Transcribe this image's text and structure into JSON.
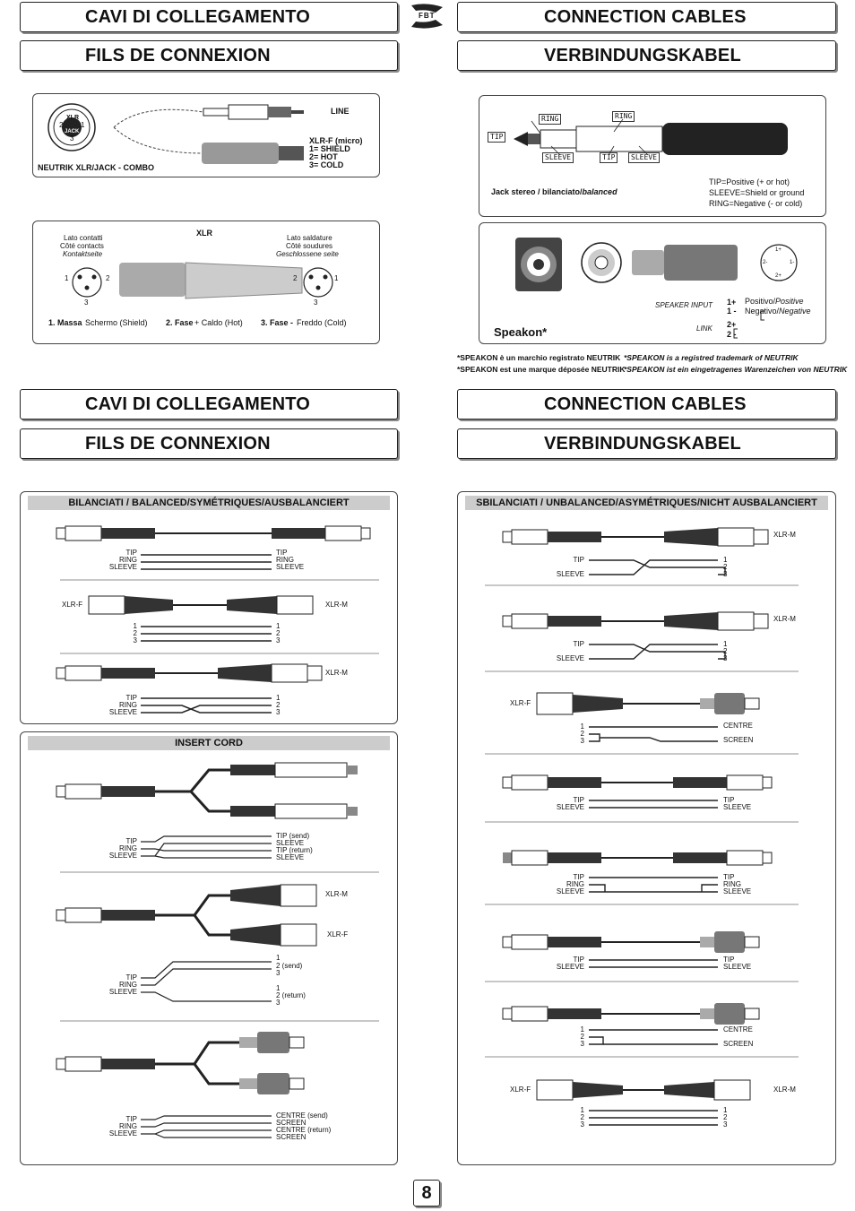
{
  "headers": {
    "top_left_1": "CAVI DI COLLEGAMENTO",
    "top_left_2": "FILS DE CONNEXION",
    "top_right_1": "CONNECTION CABLES",
    "top_right_2": "VERBINDUNGSKABEL",
    "mid_left_1": "CAVI DI COLLEGAMENTO",
    "mid_left_2": "FILS DE CONNEXION",
    "mid_right_1": "CONNECTION CABLES",
    "mid_right_2": "VERBINDUNGSKABEL"
  },
  "logo": "FBT",
  "combo": {
    "xlr": "XLR",
    "jack": "JACK",
    "pins": [
      "1",
      "2",
      "3"
    ],
    "caption": "NEUTRIK XLR/JACK - COMBO",
    "line": "LINE",
    "xlrf_title": "XLR-F (micro)",
    "xlrf_lines": [
      "1= SHIELD",
      "2= HOT",
      "3= COLD"
    ]
  },
  "xlr_panel": {
    "title": "XLR",
    "left_lines": [
      "Lato contatti",
      "Côté contacts",
      "Kontaktseite"
    ],
    "right_lines": [
      "Lato saldature",
      "Côté soudures",
      "Geschlossene seite"
    ],
    "pins": [
      "1",
      "2",
      "3"
    ],
    "legend": [
      {
        "bold": "1. Massa",
        "text": " Schermo (Shield)"
      },
      {
        "bold": "2. Fase",
        "text": " + Caldo (Hot)"
      },
      {
        "bold": "3. Fase -",
        "text": " Freddo (Cold)"
      }
    ]
  },
  "jack_panel": {
    "tip": "TIP",
    "ring": "RING",
    "sleeve": "SLEEVE",
    "caption_plain": "Jack stereo / bilanciato/",
    "caption_italic": "balanced",
    "legend": [
      "TIP=Positive (+ or hot)",
      "SLEEVE=Shield or ground",
      "RING=Negative (- or cold)"
    ]
  },
  "speakon": {
    "title": "Speakon*",
    "speaker_input": "SPEAKER INPUT",
    "p1": "1+",
    "m1": "1 -",
    "positivo": "Positivo/",
    "positive": "Positive",
    "negativo": "Negativo/",
    "negative": "Negative",
    "link": "LINK",
    "p2": "2+",
    "m2": "2 -",
    "pins": [
      "1+",
      "1-",
      "2-",
      "2+"
    ]
  },
  "notes": {
    "it": "*SPEAKON è un marchio registrato NEUTRIK",
    "fr": "*SPEAKON est une marque déposée NEUTRIK",
    "en": "*SPEAKON is a registred trademark of NEUTRIK",
    "de": "*SPEAKON ist ein eingetragenes Warenzeichen von NEUTRIK"
  },
  "balanced": {
    "title": "BILANCIATI / BALANCED/SYMÉTRIQUES/AUSBALANCIERT",
    "labels": {
      "tip": "TIP",
      "ring": "RING",
      "sleeve": "SLEEVE",
      "xlrf": "XLR-F",
      "xlrm": "XLR-M",
      "n1": "1",
      "n2": "2",
      "n3": "3"
    }
  },
  "insert": {
    "title": "INSERT CORD",
    "tip": "TIP",
    "ring": "RING",
    "sleeve": "SLEEVE",
    "tip_send": "TIP (send)",
    "tip_return": "TIP (return)",
    "xlrm": "XLR-M",
    "xlrf": "XLR-F",
    "n1": "1",
    "n2_send": "2 (send)",
    "n2_return": "2 (return)",
    "n3": "3",
    "centre_send": "CENTRE (send)",
    "centre_return": "CENTRE (return)",
    "screen": "SCREEN"
  },
  "unbalanced": {
    "title": "SBILANCIATI / UNBALANCED/ASYMÉTRIQUES/NICHT AUSBALANCIERT",
    "tip": "TIP",
    "ring": "RING",
    "sleeve": "SLEEVE",
    "xlrm": "XLR-M",
    "xlrf": "XLR-F",
    "centre": "CENTRE",
    "screen": "SCREEN",
    "n1": "1",
    "n2": "2",
    "n3": "3"
  },
  "page_number": "8"
}
